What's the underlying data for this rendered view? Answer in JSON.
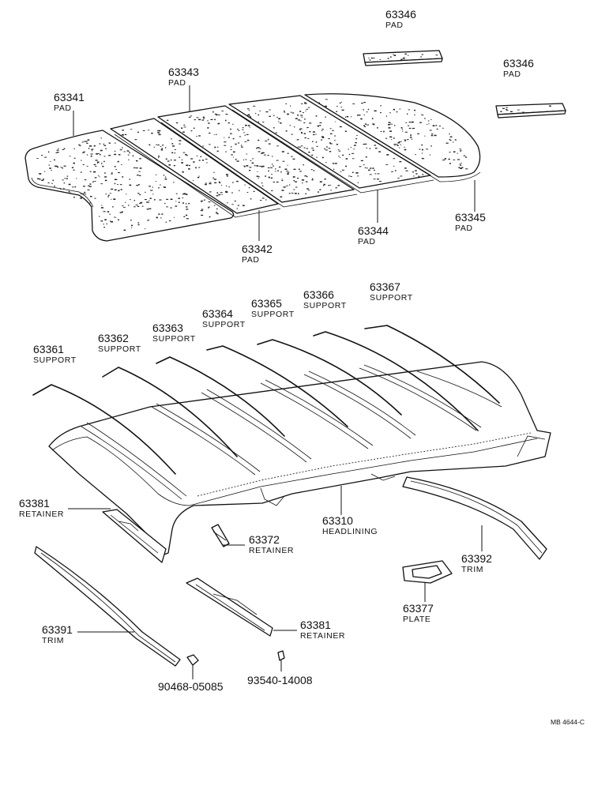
{
  "callouts": [
    {
      "id": "63346a",
      "number": "63346",
      "name": "PAD"
    },
    {
      "id": "63346b",
      "number": "63346",
      "name": "PAD"
    },
    {
      "id": "63343",
      "number": "63343",
      "name": "PAD"
    },
    {
      "id": "63341",
      "number": "63341",
      "name": "PAD"
    },
    {
      "id": "63342",
      "number": "63342",
      "name": "PAD"
    },
    {
      "id": "63344",
      "number": "63344",
      "name": "PAD"
    },
    {
      "id": "63345",
      "number": "63345",
      "name": "PAD"
    },
    {
      "id": "63361",
      "number": "63361",
      "name": "SUPPORT"
    },
    {
      "id": "63362",
      "number": "63362",
      "name": "SUPPORT"
    },
    {
      "id": "63363",
      "number": "63363",
      "name": "SUPPORT"
    },
    {
      "id": "63364",
      "number": "63364",
      "name": "SUPPORT"
    },
    {
      "id": "63365",
      "number": "63365",
      "name": "SUPPORT"
    },
    {
      "id": "63366",
      "number": "63366",
      "name": "SUPPORT"
    },
    {
      "id": "63367",
      "number": "63367",
      "name": "SUPPORT"
    },
    {
      "id": "63381a",
      "number": "63381",
      "name": "RETAINER"
    },
    {
      "id": "63372",
      "number": "63372",
      "name": "RETAINER"
    },
    {
      "id": "63310",
      "number": "63310",
      "name": "HEADLINING"
    },
    {
      "id": "63392",
      "number": "63392",
      "name": "TRIM"
    },
    {
      "id": "63377",
      "number": "63377",
      "name": "PLATE"
    },
    {
      "id": "63391",
      "number": "63391",
      "name": "TRIM"
    },
    {
      "id": "63381b",
      "number": "63381",
      "name": "RETAINER"
    },
    {
      "id": "90468",
      "number": "90468-05085",
      "name": ""
    },
    {
      "id": "93540",
      "number": "93540-14008",
      "name": ""
    }
  ],
  "diagram_code": "MB 4644-C"
}
